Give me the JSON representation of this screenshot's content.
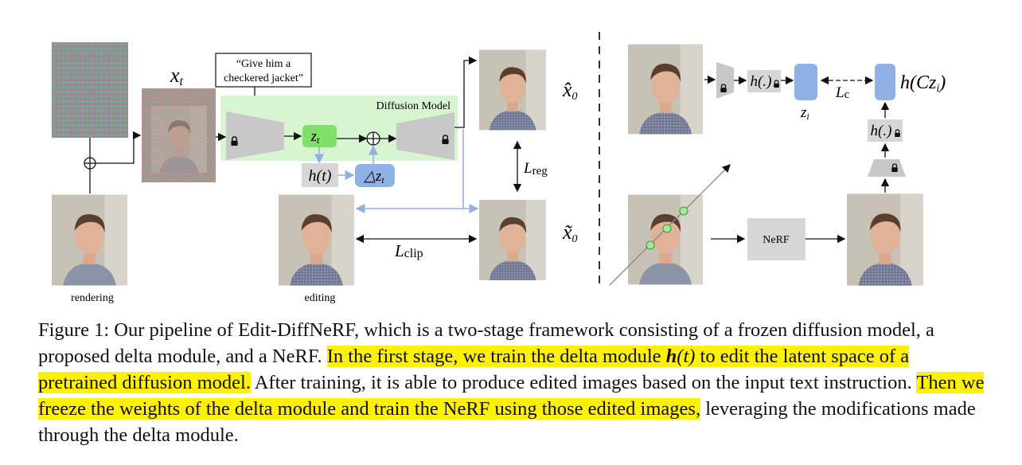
{
  "figure": {
    "prompt_line1": "“Give him a",
    "prompt_line2": "checkered jacket”",
    "diffusion_label": "Diffusion Model",
    "xt": "x",
    "xt_sub": "t",
    "zt": "z",
    "zt_sub": "t",
    "ht": "h(t)",
    "delta_z": "△z",
    "delta_z_sub": "t",
    "x0_hat": "x̂",
    "x0_hat_sub": "0",
    "x0_tilde": "x̃",
    "x0_tilde_sub": "0",
    "lreg": "L",
    "lreg_sub": "reg",
    "lclip": "L",
    "lclip_sub": "clip",
    "rendering": "rendering",
    "editing": "editing",
    "h_dot": "h(.)",
    "zi": "z",
    "zi_sub": "i",
    "lc": "L",
    "lc_sub": "c",
    "hcz": "h(Cz",
    "hcz_sub": "i",
    "hcz_close": ")",
    "nerf": "NeRF"
  },
  "caption": {
    "prefix": "Figure 1: Our pipeline of Edit-DiffNeRF, which is a two-stage framework consisting of a frozen diffusion model, a proposed delta module, and a NeRF. ",
    "hl1_a": "In the first stage, we train the delta module ",
    "hl1_math": "h",
    "hl1_arg": "(t)",
    "hl1_b": " to edit the latent space of a pretrained diffusion model.",
    "mid": " After training, it is able to produce edited images based on the input text instruction. ",
    "hl2": "Then we freeze the weights of the delta module and train the NeRF using those edited images,",
    "suffix": " leveraging the modifications made through the delta module."
  },
  "colors": {
    "green_box": "#d6f5d0",
    "zt_green": "#7ee06a",
    "blue_box": "#8fb1e6",
    "gray_box": "#d6d6d6",
    "highlight": "#fff200",
    "arrow_blue": "#8fb1e6"
  }
}
